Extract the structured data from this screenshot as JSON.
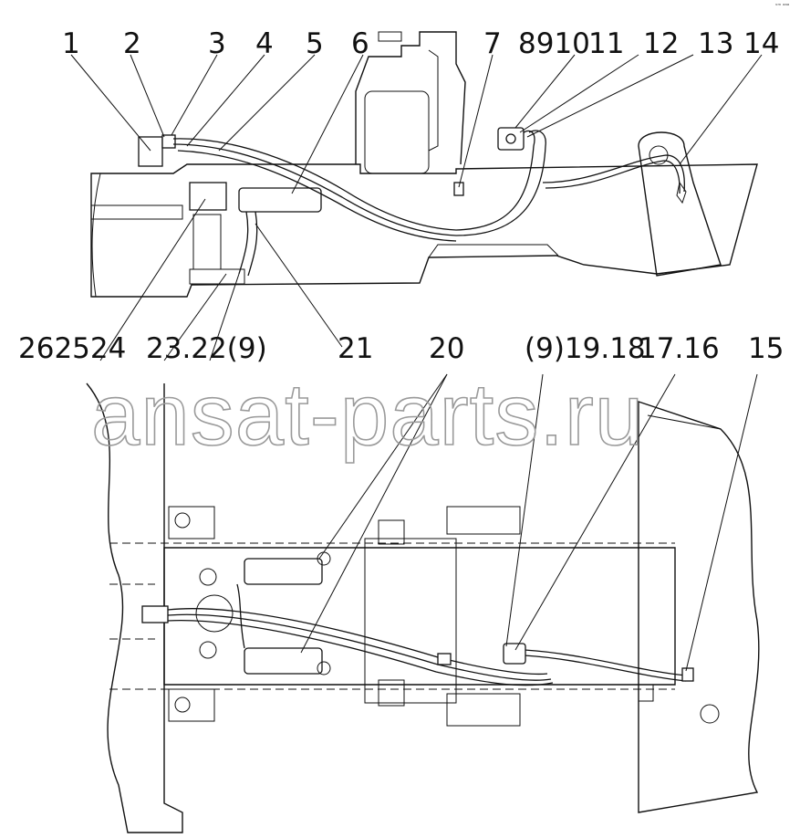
{
  "watermark": "ansat-parts.ru",
  "corner_mark": "ᵛᵐ ᵃᵃᵃ",
  "top_view_labels": [
    {
      "id": "c1",
      "text": "1"
    },
    {
      "id": "c2",
      "text": "2"
    },
    {
      "id": "c3",
      "text": "3"
    },
    {
      "id": "c4",
      "text": "4"
    },
    {
      "id": "c5",
      "text": "5"
    },
    {
      "id": "c6",
      "text": "6"
    },
    {
      "id": "c7",
      "text": "7"
    },
    {
      "id": "c8910",
      "text": "8910"
    },
    {
      "id": "c11",
      "text": "11"
    },
    {
      "id": "c12",
      "text": "12"
    },
    {
      "id": "c13",
      "text": "13"
    },
    {
      "id": "c14",
      "text": "14"
    }
  ],
  "middle_labels": [
    {
      "id": "c262524",
      "text": "262524"
    },
    {
      "id": "c23229",
      "text": "23.22(9)"
    },
    {
      "id": "c21",
      "text": "21"
    },
    {
      "id": "c20",
      "text": "20"
    },
    {
      "id": "c91918",
      "text": "(9)19.18"
    },
    {
      "id": "c1716",
      "text": "17.16"
    },
    {
      "id": "c15",
      "text": "15"
    }
  ]
}
